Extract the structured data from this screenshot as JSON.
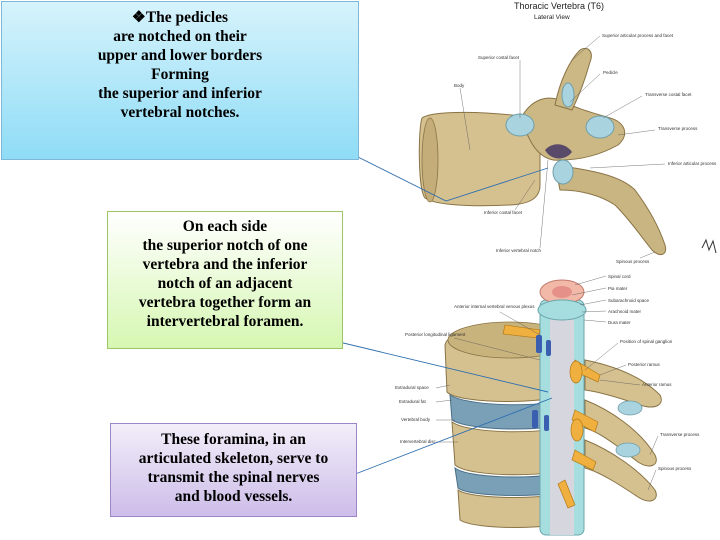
{
  "callouts": {
    "pedicles": {
      "bullet": "❖",
      "lines": [
        "The pedicles",
        "are notched on their",
        "upper and lower borders",
        "Forming",
        "the superior and inferior",
        "vertebral notches."
      ]
    },
    "foramen": {
      "lines": [
        "On each side",
        "the superior notch of one",
        "vertebra and the inferior",
        "notch of an adjacent",
        "vertebra together form an",
        "intervertebral foramen."
      ]
    },
    "foramina": {
      "lines": [
        "These foramina, in an",
        "articulated skeleton, serve to",
        "transmit the spinal nerves",
        "and blood vessels."
      ]
    }
  },
  "figure_top": {
    "title": "Thoracic Vertebra (T6)",
    "subtitle": "Lateral View",
    "labels": {
      "sup_art": "Superior articular process and facet",
      "sup_costal": "Superior costal facet",
      "pedicle": "Pedicle",
      "body": "Body",
      "trans_costal": "Transverse costal facet",
      "trans_proc": "Transverse process",
      "inf_art": "Inferior articular process",
      "inf_costal": "Inferior costal facet",
      "inf_notch": "Inferior vertebral notch",
      "spinous": "Spinous process"
    }
  },
  "figure_bottom": {
    "labels": {
      "spinal_cord": "Spinal cord",
      "pia": "Pia mater",
      "subarachnoid": "Subarachnoid space",
      "arachnoid": "Arachnoid mater",
      "dura": "Dura mater",
      "venous": "Anterior internal vertebral venous plexus",
      "post_long": "Posterior longitudinal ligament",
      "ganglion": "Position of spinal ganglion",
      "post_ramus": "Posterior ramus",
      "ant_ramus": "Anterior ramus",
      "extradural_space": "Extradural space",
      "extradural_fat": "Extradural fat",
      "vert_body": "Vertebral body",
      "ivd": "Intervertebral disc",
      "trans": "Transverse process",
      "spin": "Spinous process"
    }
  },
  "colors": {
    "bone": "#cdbb8a",
    "cartilage": "#a9d3de",
    "nerve": "#f0b040",
    "dura": "#a6dee0",
    "cord": "#f2b8a8",
    "disc": "#7aa0b8"
  }
}
